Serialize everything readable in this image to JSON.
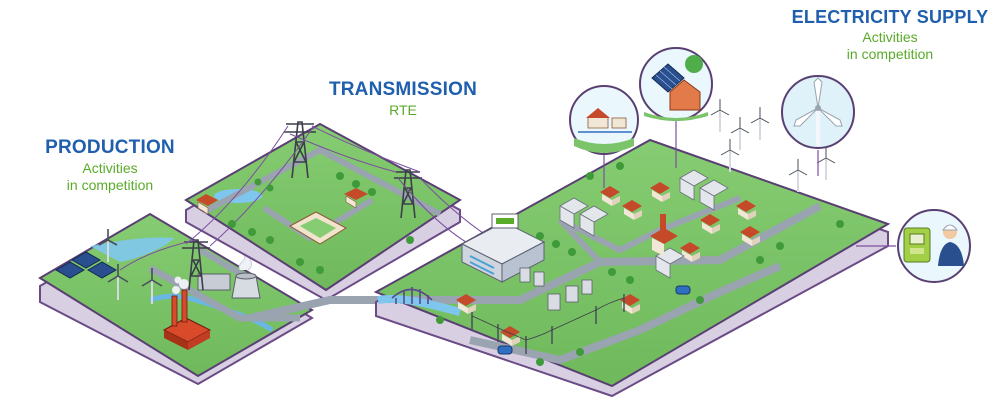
{
  "sections": {
    "production": {
      "title": "PRODUCTION",
      "lines": [
        "Activities",
        "in competition"
      ]
    },
    "transmission": {
      "title": "TRANSMISSION",
      "lines": [
        "RTE"
      ]
    },
    "supply": {
      "title": "ELECTRICITY SUPPLY",
      "lines": [
        "Activities",
        "in competition"
      ]
    }
  },
  "colors": {
    "title_blue": "#1f5fae",
    "subtitle_green": "#5aab2a",
    "grass": "#7cc46a",
    "platform_edge": "#6b4b86",
    "road": "#9aa3b0",
    "tower": "#3c3f4a",
    "power_line": "#7b4fa0"
  },
  "icons": [
    "solar-panel-icon",
    "wind-turbine-icon",
    "power-plant-icon",
    "pylon-icon",
    "house-icon",
    "substation-icon",
    "electric-meter-icon",
    "technician-icon",
    "car-icon",
    "bridge-icon"
  ]
}
